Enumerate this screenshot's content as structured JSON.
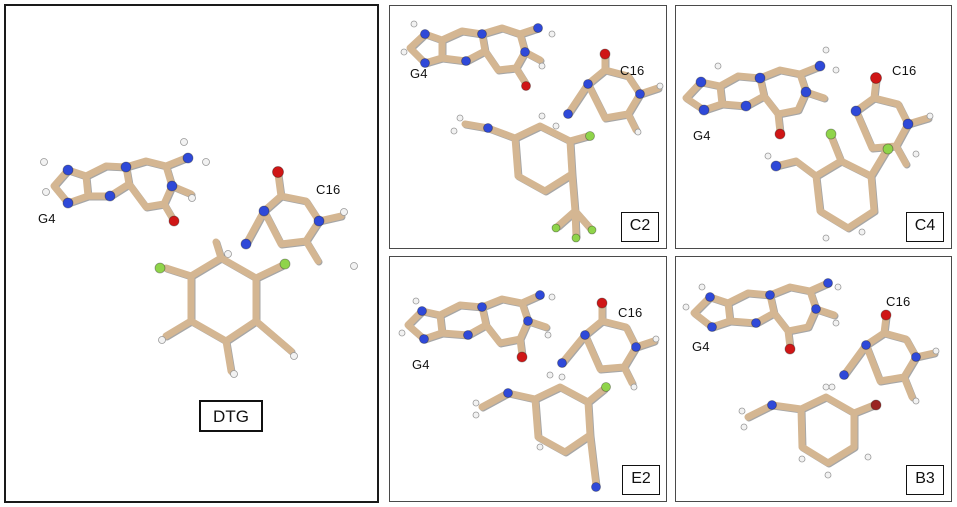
{
  "colors": {
    "carbon": "#d4b692",
    "nitrogen": "#2f49d8",
    "oxygen": "#cf1616",
    "hydrogen": "#f2f2f2",
    "fluorine": "#8fd44a",
    "bromine": "#9a2420",
    "border": "#1a1a1a"
  },
  "panels": {
    "dtg": {
      "tag": "DTG",
      "guanine": "G4",
      "cytosine": "C16",
      "substituents": [
        "fluorine-icon",
        "fluorine-icon"
      ]
    },
    "c2": {
      "tag": "C2",
      "guanine": "G4",
      "cytosine": "C16",
      "substituents": [
        "fluorine-icon",
        "trifluoromethyl-icon",
        "methylamine-icon"
      ]
    },
    "c4": {
      "tag": "C4",
      "guanine": "G4",
      "cytosine": "C16",
      "substituents": [
        "fluorine-icon",
        "fluorine-icon"
      ]
    },
    "e2": {
      "tag": "E2",
      "guanine": "G4",
      "cytosine": "C16",
      "substituents": [
        "fluorine-icon",
        "nitrile-icon",
        "methylamine-icon"
      ]
    },
    "b3": {
      "tag": "B3",
      "guanine": "G4",
      "cytosine": "C16",
      "substituents": [
        "bromine-icon",
        "methylamine-icon"
      ]
    }
  }
}
